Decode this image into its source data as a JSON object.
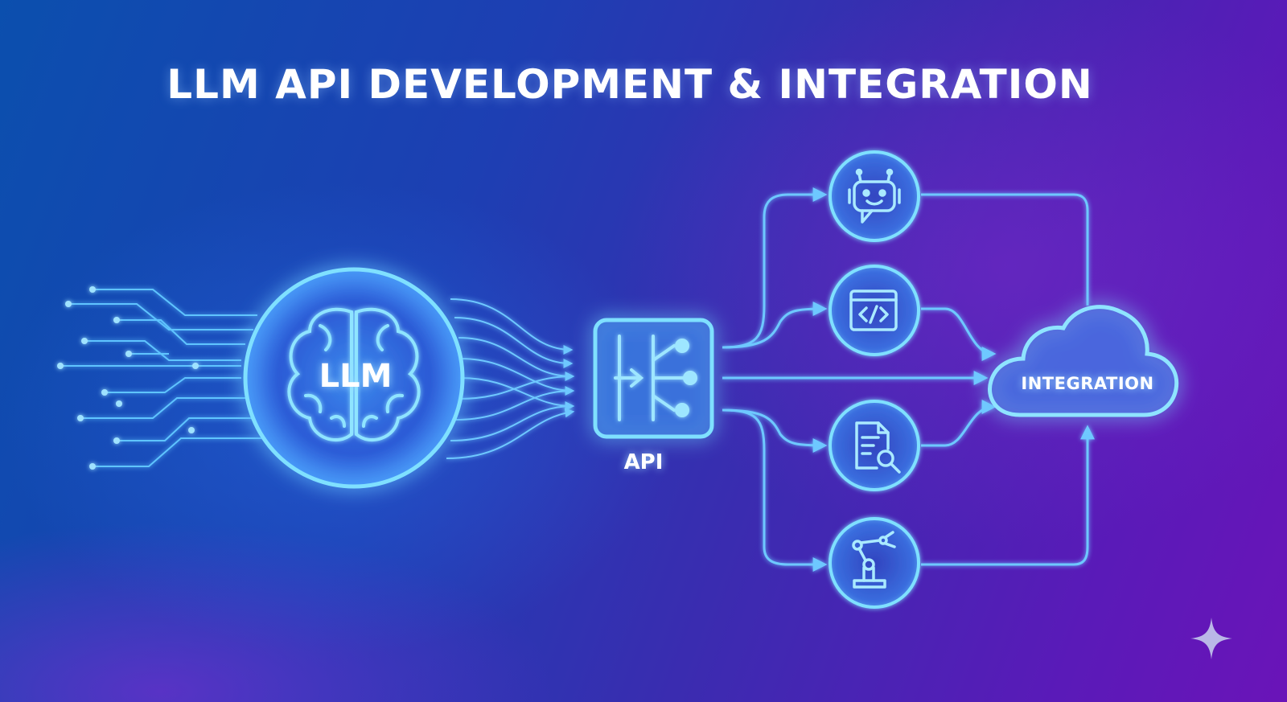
{
  "title": "LLM API DEVELOPMENT & INTEGRATION",
  "nodes": {
    "llm": {
      "label": "LLM",
      "icon": "brain-icon"
    },
    "api": {
      "label": "API",
      "icon": "api-router-icon"
    },
    "integration": {
      "label": "INTEGRATION",
      "icon": "cloud-icon"
    }
  },
  "services": [
    {
      "icon": "chatbot-icon"
    },
    {
      "icon": "code-window-icon"
    },
    {
      "icon": "document-search-icon"
    },
    {
      "icon": "robot-arm-icon"
    }
  ],
  "colors": {
    "glow": "#5fd0ff",
    "line": "#6ec8ff",
    "text": "#ffffff"
  }
}
